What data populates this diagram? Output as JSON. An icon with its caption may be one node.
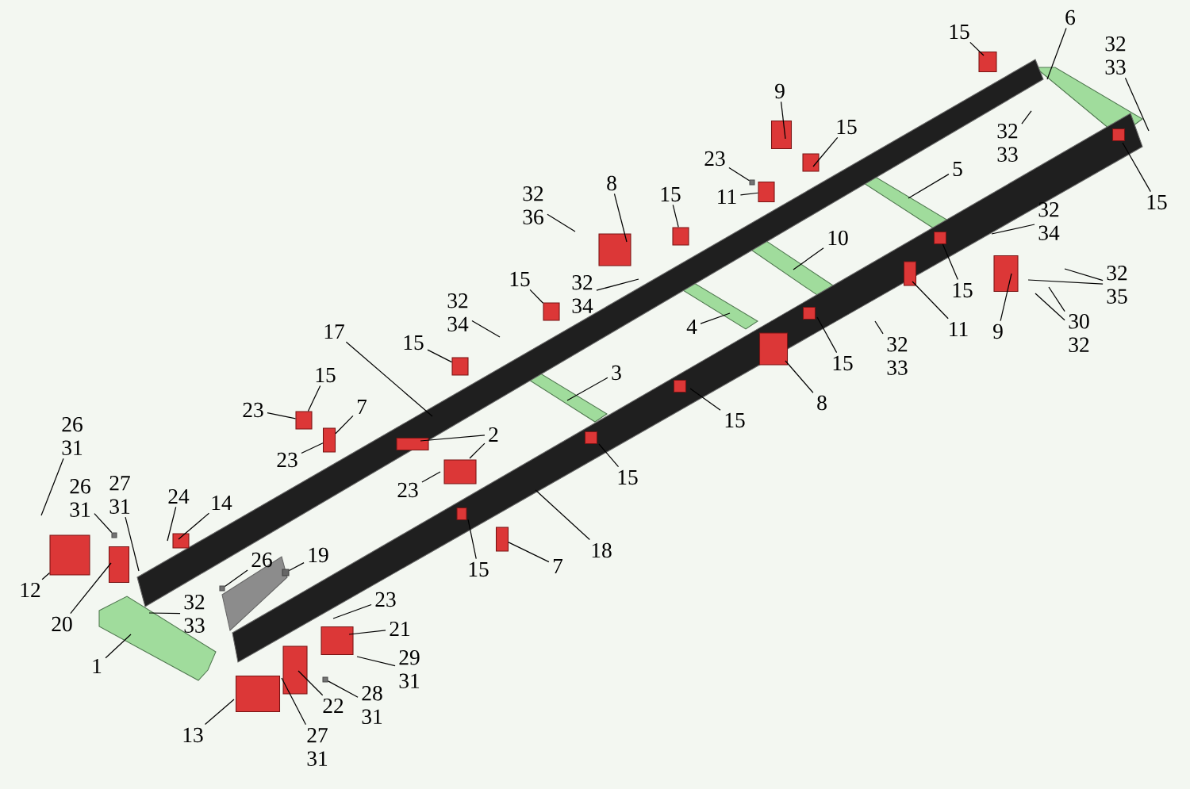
{
  "diagram": {
    "nodes": [
      {
        "text": [
          "1"
        ]
      },
      {
        "text": [
          "2"
        ]
      },
      {
        "text": [
          "3"
        ]
      },
      {
        "text": [
          "4"
        ]
      },
      {
        "text": [
          "5"
        ]
      },
      {
        "text": [
          "6"
        ]
      },
      {
        "text": [
          "7"
        ]
      },
      {
        "text": [
          "7"
        ]
      },
      {
        "text": [
          "8"
        ]
      },
      {
        "text": [
          "8"
        ]
      },
      {
        "text": [
          "9"
        ]
      },
      {
        "text": [
          "9"
        ]
      },
      {
        "text": [
          "10"
        ]
      },
      {
        "text": [
          "11"
        ]
      },
      {
        "text": [
          "11"
        ]
      },
      {
        "text": [
          "12"
        ]
      },
      {
        "text": [
          "13"
        ]
      },
      {
        "text": [
          "14"
        ]
      },
      {
        "text": [
          "15"
        ]
      },
      {
        "text": [
          "15"
        ]
      },
      {
        "text": [
          "15"
        ]
      },
      {
        "text": [
          "15"
        ]
      },
      {
        "text": [
          "15"
        ]
      },
      {
        "text": [
          "15"
        ]
      },
      {
        "text": [
          "15"
        ]
      },
      {
        "text": [
          "15"
        ]
      },
      {
        "text": [
          "15"
        ]
      },
      {
        "text": [
          "15"
        ]
      },
      {
        "text": [
          "15"
        ]
      },
      {
        "text": [
          "15"
        ]
      },
      {
        "text": [
          "17"
        ]
      },
      {
        "text": [
          "18"
        ]
      },
      {
        "text": [
          "19"
        ]
      },
      {
        "text": [
          "20"
        ]
      },
      {
        "text": [
          "21"
        ]
      },
      {
        "text": [
          "22"
        ]
      },
      {
        "text": [
          "23"
        ]
      },
      {
        "text": [
          "23"
        ]
      },
      {
        "text": [
          "23"
        ]
      },
      {
        "text": [
          "23"
        ]
      },
      {
        "text": [
          "23"
        ]
      },
      {
        "text": [
          "24"
        ]
      },
      {
        "text": [
          "26",
          "31"
        ]
      },
      {
        "text": [
          "26",
          "31"
        ]
      },
      {
        "text": [
          "27",
          "31"
        ]
      },
      {
        "text": [
          "26"
        ]
      },
      {
        "text": [
          "27",
          "31"
        ]
      },
      {
        "text": [
          "28",
          "31"
        ]
      },
      {
        "text": [
          "29",
          "31"
        ]
      },
      {
        "text": [
          "30",
          "32"
        ]
      },
      {
        "text": [
          "32",
          "33"
        ]
      },
      {
        "text": [
          "32",
          "33"
        ]
      },
      {
        "text": [
          "32",
          "34"
        ]
      },
      {
        "text": [
          "32",
          "35"
        ]
      },
      {
        "text": [
          "32",
          "33"
        ]
      },
      {
        "text": [
          "32",
          "36"
        ]
      },
      {
        "text": [
          "32",
          "34"
        ]
      },
      {
        "text": [
          "32",
          "34"
        ]
      },
      {
        "text": [
          "32",
          "33"
        ]
      },
      {
        "text": [],
        "shape": "box"
      },
      {
        "text": [],
        "shape": "box"
      },
      {
        "text": [],
        "shape": "box"
      },
      {
        "text": [],
        "shape": "box"
      },
      {
        "text": [],
        "shape": "box"
      },
      {
        "text": [],
        "shape": "box"
      },
      {
        "text": [],
        "shape": "box"
      },
      {
        "text": [],
        "shape": "box"
      },
      {
        "text": [],
        "shape": "box"
      },
      {
        "text": [],
        "shape": "box"
      },
      {
        "text": [],
        "shape": "box"
      },
      {
        "text": [],
        "shape": "box"
      },
      {
        "text": [],
        "shape": "box"
      },
      {
        "text": [],
        "shape": "box"
      }
    ],
    "edges": [
      {
        "from": 0,
        "to": null,
        "arrow": "none"
      },
      {
        "from": 1,
        "to": null,
        "arrow": "none"
      },
      {
        "from": 1,
        "to": null,
        "arrow": "none"
      },
      {
        "from": 2,
        "to": null,
        "arrow": "none"
      },
      {
        "from": 3,
        "to": null,
        "arrow": "none"
      },
      {
        "from": 4,
        "to": null,
        "arrow": "none"
      },
      {
        "from": 5,
        "to": null,
        "arrow": "none"
      },
      {
        "from": 6,
        "to": 65,
        "arrow": "none"
      },
      {
        "from": 7,
        "to": 67,
        "arrow": "none"
      },
      {
        "from": 8,
        "to": null,
        "arrow": "none"
      },
      {
        "from": 9,
        "to": null,
        "arrow": "none"
      },
      {
        "from": 10,
        "to": null,
        "arrow": "none"
      },
      {
        "from": 11,
        "to": null,
        "arrow": "none"
      },
      {
        "from": 12,
        "to": null,
        "arrow": "none"
      },
      {
        "from": 13,
        "to": 71,
        "arrow": "none"
      },
      {
        "from": 14,
        "to": null,
        "arrow": "none"
      },
      {
        "from": 15,
        "to": 59,
        "arrow": "none"
      },
      {
        "from": 16,
        "to": null,
        "arrow": "none"
      },
      {
        "from": 17,
        "to": null,
        "arrow": "none"
      },
      {
        "from": 18,
        "to": null,
        "arrow": "none"
      },
      {
        "from": 19,
        "to": null,
        "arrow": "none"
      },
      {
        "from": 20,
        "to": 69,
        "arrow": "none"
      },
      {
        "from": 21,
        "to": 68,
        "arrow": "none"
      },
      {
        "from": 22,
        "to": 66,
        "arrow": "none"
      },
      {
        "from": 23,
        "to": 63,
        "arrow": "none"
      },
      {
        "from": 24,
        "to": null,
        "arrow": "none"
      },
      {
        "from": 25,
        "to": 72,
        "arrow": "none"
      },
      {
        "from": 26,
        "to": null,
        "arrow": "none"
      },
      {
        "from": 27,
        "to": null,
        "arrow": "none"
      },
      {
        "from": 28,
        "to": null,
        "arrow": "none"
      },
      {
        "from": 29,
        "to": null,
        "arrow": "none"
      },
      {
        "from": 30,
        "to": null,
        "arrow": "none"
      },
      {
        "from": 31,
        "to": null,
        "arrow": "none"
      },
      {
        "from": 32,
        "to": 62,
        "arrow": "none"
      },
      {
        "from": 33,
        "to": null,
        "arrow": "none"
      },
      {
        "from": 34,
        "to": null,
        "arrow": "none"
      },
      {
        "from": 35,
        "to": null,
        "arrow": "none"
      },
      {
        "from": 36,
        "to": 70,
        "arrow": "none"
      },
      {
        "from": 37,
        "to": 63,
        "arrow": "none"
      },
      {
        "from": 38,
        "to": 65,
        "arrow": "none"
      },
      {
        "from": 39,
        "to": null,
        "arrow": "none"
      },
      {
        "from": 40,
        "to": null,
        "arrow": "none"
      },
      {
        "from": 41,
        "to": null,
        "arrow": "none"
      },
      {
        "from": 42,
        "to": null,
        "arrow": "none"
      },
      {
        "from": 43,
        "to": 60,
        "arrow": "none"
      },
      {
        "from": 44,
        "to": null,
        "arrow": "none"
      },
      {
        "from": 45,
        "to": 61,
        "arrow": "none"
      },
      {
        "from": 46,
        "to": null,
        "arrow": "none"
      },
      {
        "from": 47,
        "to": 64,
        "arrow": "none"
      },
      {
        "from": 48,
        "to": null,
        "arrow": "none"
      },
      {
        "from": 49,
        "to": null,
        "arrow": "none"
      },
      {
        "from": 49,
        "to": null,
        "arrow": "none"
      },
      {
        "from": 50,
        "to": null,
        "arrow": "none"
      },
      {
        "from": 51,
        "to": null,
        "arrow": "none"
      },
      {
        "from": 52,
        "to": null,
        "arrow": "none"
      },
      {
        "from": 53,
        "to": null,
        "arrow": "none"
      },
      {
        "from": 53,
        "to": null,
        "arrow": "none"
      },
      {
        "from": 54,
        "to": null,
        "arrow": "none"
      },
      {
        "from": 55,
        "to": null,
        "arrow": "none"
      },
      {
        "from": 56,
        "to": null,
        "arrow": "none"
      },
      {
        "from": 57,
        "to": null,
        "arrow": "none"
      },
      {
        "from": 58,
        "to": null,
        "arrow": "none"
      }
    ]
  }
}
